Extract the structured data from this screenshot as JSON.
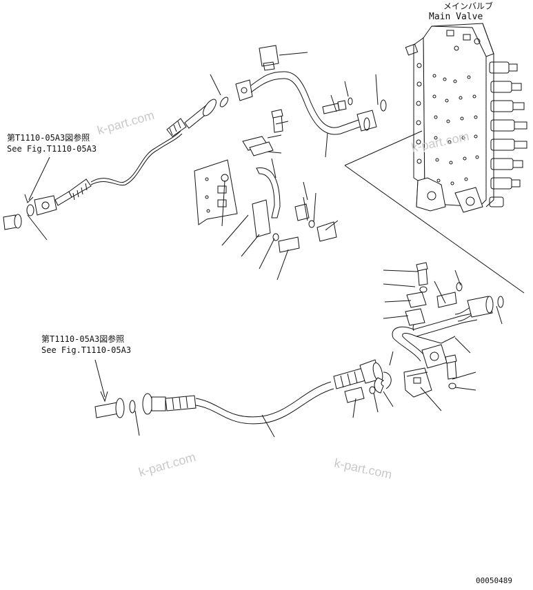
{
  "main_valve": {
    "label_jp": "メインバルブ",
    "label_en": "Main Valve"
  },
  "references": [
    {
      "label_jp": "第T1110-05A3図参照",
      "label_en": "See Fig.T1110-05A3"
    },
    {
      "label_jp": "第T1110-05A3図参照",
      "label_en": "See Fig.T1110-05A3"
    }
  ],
  "watermarks": [
    "k-part.com",
    "k-part.com",
    "k-part.com",
    "k-part.com"
  ],
  "drawing_number": "00050489",
  "colors": {
    "line": "#111111",
    "watermark": "#c9c9c9",
    "background": "#ffffff"
  }
}
